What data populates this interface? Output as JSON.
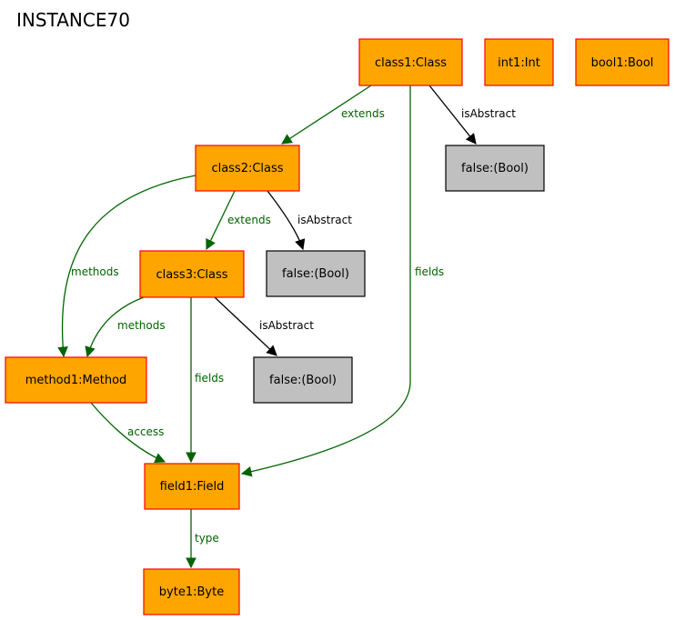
{
  "title": "INSTANCE70",
  "nodes": {
    "class1": "class1:Class",
    "int1": "int1:Int",
    "bool1": "bool1:Bool",
    "class2": "class2:Class",
    "false1": "false:(Bool)",
    "class3": "class3:Class",
    "false2": "false:(Bool)",
    "method1": "method1:Method",
    "false3": "false:(Bool)",
    "field1": "field1:Field",
    "byte1": "byte1:Byte"
  },
  "edges": {
    "c1_c2_extends": "extends",
    "c1_f_isAbstract": "isAbstract",
    "c1_field_fields": "fields",
    "c2_c3_extends": "extends",
    "c2_f_isAbstract": "isAbstract",
    "c2_m_methods": "methods",
    "c3_m_methods": "methods",
    "c3_f_isAbstract": "isAbstract",
    "c3_field_fields": "fields",
    "m_field_access": "access",
    "field_byte_type": "type"
  },
  "colors": {
    "object_fill": "#ffa500",
    "object_border": "#ff0000",
    "value_fill": "#c0c0c0",
    "value_border": "#000000",
    "edge_green": "#006400",
    "edge_black": "#000000"
  }
}
